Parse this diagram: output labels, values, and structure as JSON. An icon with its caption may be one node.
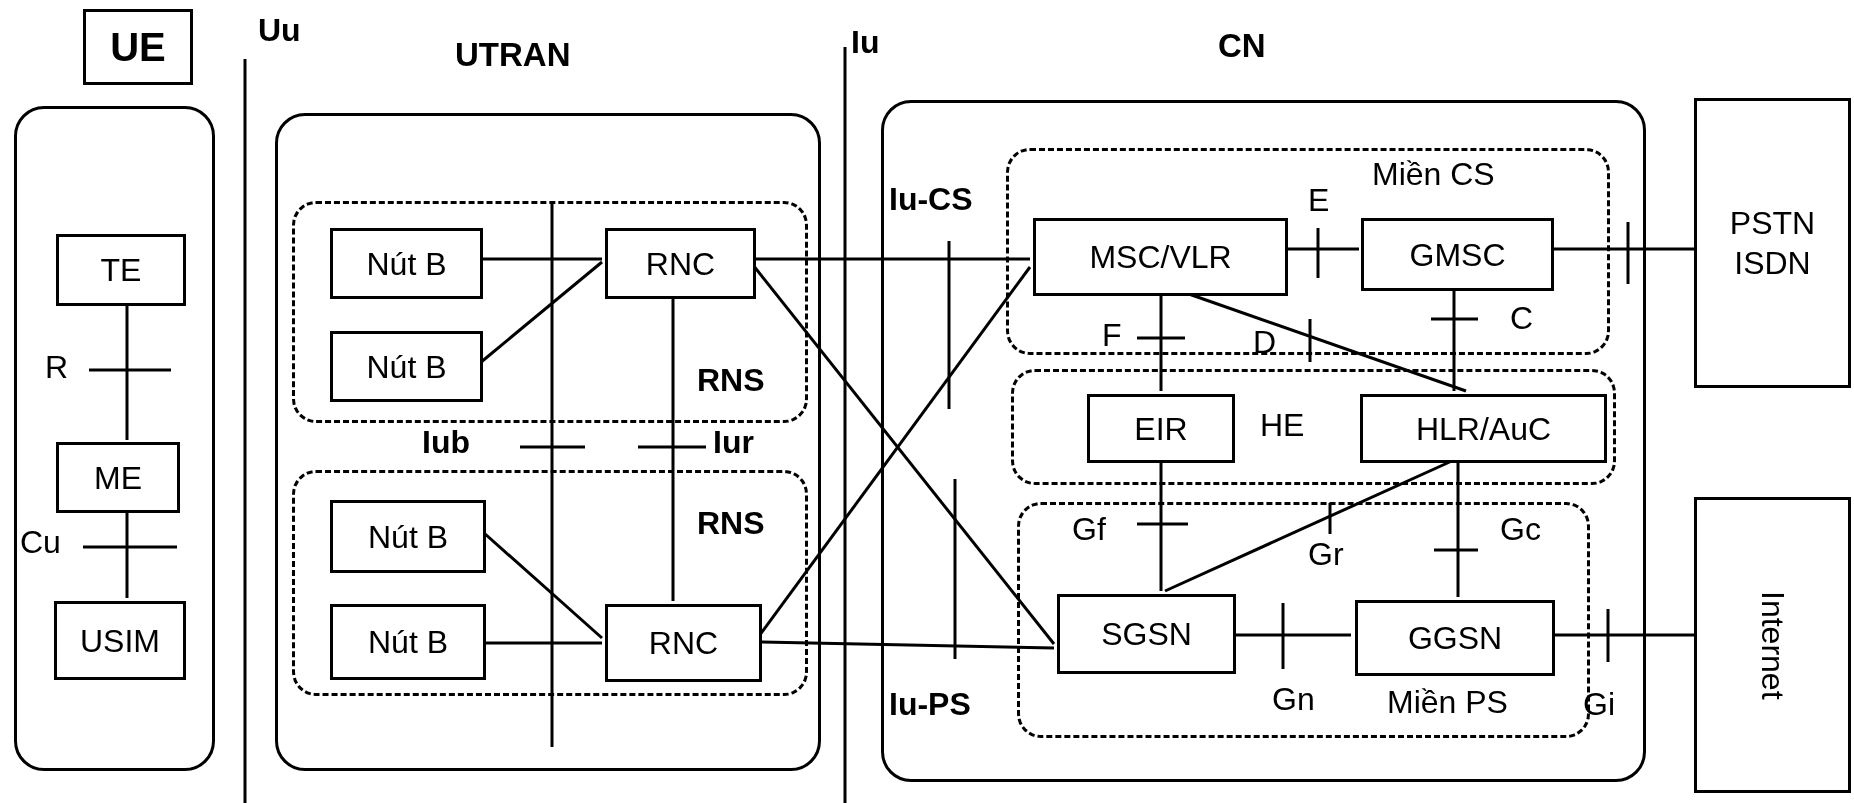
{
  "diagram": {
    "nodes": [
      {
        "text": [
          "UE"
        ]
      },
      {
        "text": [],
        "shape": "box"
      },
      {
        "text": [
          "TE"
        ],
        "in": 1
      },
      {
        "text": [
          "ME"
        ],
        "in": 1
      },
      {
        "text": [
          "USIM"
        ],
        "in": 1
      },
      {
        "text": [
          "UTRAN"
        ]
      },
      {
        "text": [
          "RNS"
        ],
        "in": 5
      },
      {
        "text": [
          "Nút B"
        ],
        "in": 6
      },
      {
        "text": [
          "Nút B"
        ],
        "in": 6
      },
      {
        "text": [
          "RNC"
        ],
        "in": 6
      },
      {
        "text": [
          "RNS"
        ],
        "in": 5
      },
      {
        "text": [
          "Nút B"
        ],
        "in": 10
      },
      {
        "text": [
          "Nút B"
        ],
        "in": 10
      },
      {
        "text": [
          "RNC"
        ],
        "in": 10
      },
      {
        "text": [
          "CN"
        ]
      },
      {
        "text": [
          "Miền CS"
        ],
        "in": 14
      },
      {
        "text": [
          "MSC/VLR"
        ],
        "in": 15
      },
      {
        "text": [
          "GMSC"
        ],
        "in": 15
      },
      {
        "text": [
          "HE"
        ],
        "in": 14
      },
      {
        "text": [
          "EIR"
        ],
        "in": 18
      },
      {
        "text": [
          "HLR/AuC"
        ],
        "in": 18
      },
      {
        "text": [
          "Miền PS"
        ],
        "in": 14
      },
      {
        "text": [
          "SGSN"
        ],
        "in": 21
      },
      {
        "text": [
          "GGSN"
        ],
        "in": 21
      },
      {
        "text": [
          "PSTN ISDN"
        ]
      },
      {
        "text": [
          "Internet"
        ]
      }
    ],
    "edges": [
      {
        "from": 2,
        "to": 3,
        "arrow": "none"
      },
      {
        "from": 3,
        "to": 4,
        "arrow": "none"
      },
      {
        "from": 7,
        "to": 9,
        "arrow": "none"
      },
      {
        "from": 8,
        "to": 9,
        "arrow": "none"
      },
      {
        "from": 11,
        "to": 13,
        "arrow": "none"
      },
      {
        "from": 12,
        "to": 13,
        "arrow": "none"
      },
      {
        "from": 9,
        "to": 13,
        "arrow": "none"
      },
      {
        "from": 9,
        "to": 16,
        "arrow": "none"
      },
      {
        "from": 9,
        "to": 22,
        "arrow": "none"
      },
      {
        "from": 13,
        "to": 16,
        "arrow": "none"
      },
      {
        "from": 13,
        "to": 22,
        "arrow": "none"
      },
      {
        "from": 16,
        "to": 17,
        "arrow": "none"
      },
      {
        "from": 17,
        "to": 24,
        "arrow": "none"
      },
      {
        "from": 16,
        "to": 19,
        "arrow": "none"
      },
      {
        "from": 16,
        "to": 20,
        "arrow": "none"
      },
      {
        "from": 17,
        "to": 20,
        "arrow": "none"
      },
      {
        "from": 19,
        "to": 22,
        "arrow": "none"
      },
      {
        "from": 20,
        "to": 22,
        "arrow": "none"
      },
      {
        "from": 20,
        "to": 23,
        "arrow": "none"
      },
      {
        "from": 22,
        "to": 23,
        "arrow": "none"
      },
      {
        "from": 23,
        "to": 25,
        "arrow": "none"
      }
    ],
    "labels": [
      "Uu",
      "Iu",
      "Iu-CS",
      "E",
      "R",
      "F",
      "D",
      "C",
      "Iub",
      "Iur",
      "Cu",
      "Gf",
      "Gr",
      "Gc",
      "Iu-PS",
      "Gn",
      "Gi"
    ]
  }
}
